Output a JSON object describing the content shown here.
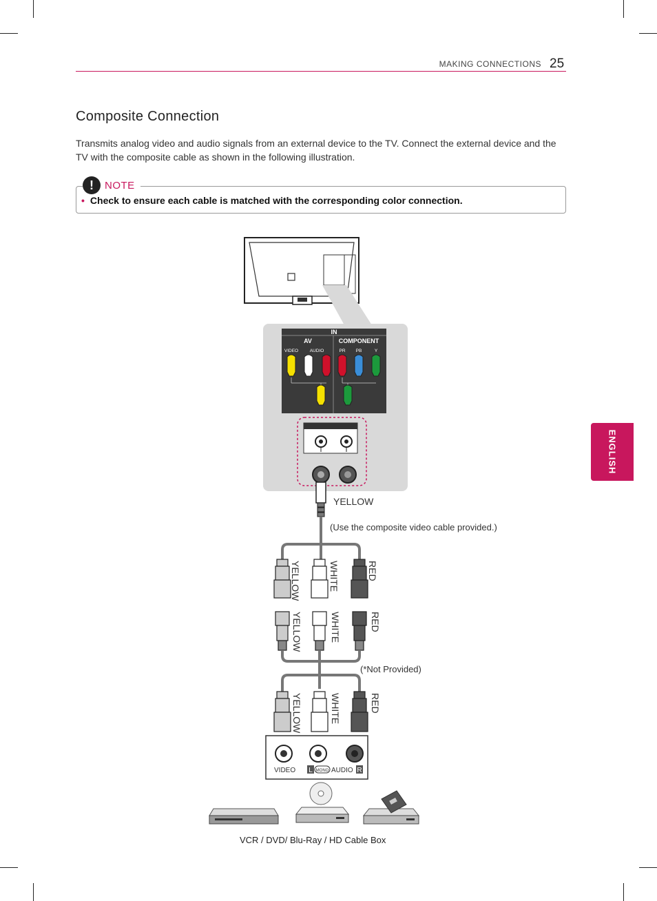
{
  "header": {
    "section": "MAKING CONNECTIONS",
    "page_number": "25"
  },
  "title": "Composite Connection",
  "intro": "Transmits analog video and audio signals from an external device to the TV. Connect the external device and the TV with the composite cable as shown in the following illustration.",
  "note": {
    "label": "NOTE",
    "icon": "!",
    "items": [
      "Check to ensure each cable is matched with the corresponding color connection."
    ]
  },
  "language_tab": "ENGLISH",
  "panel": {
    "in_label": "IN",
    "av_label": "AV",
    "component_label": "COMPONENT",
    "video_label": "VIDEO",
    "audio_label": "AUDIO",
    "pr_label": "PR",
    "pb_label": "PB",
    "y_label": "Y"
  },
  "cable": {
    "yellow_label": "YELLOW",
    "provided_note": "(Use the composite video cable provided.)",
    "not_provided_note": "(*Not Provided)",
    "yellow": "YELLOW",
    "white": "WHITE",
    "red": "RED"
  },
  "device": {
    "video_label": "VIDEO",
    "audio_l": "L",
    "mono": "MONO",
    "audio_label": "AUDIO",
    "audio_r": "R",
    "caption": "VCR / DVD/ Blu-Ray / HD Cable Box"
  },
  "colors": {
    "accent": "#c8175d",
    "yellow": "#f5e000",
    "white": "#ffffff",
    "red": "#d0112b",
    "blue": "#3a8ed8",
    "green": "#1c9a3c",
    "panel_gray": "#d9d9d9",
    "panel_dark": "#3a3a3a"
  }
}
